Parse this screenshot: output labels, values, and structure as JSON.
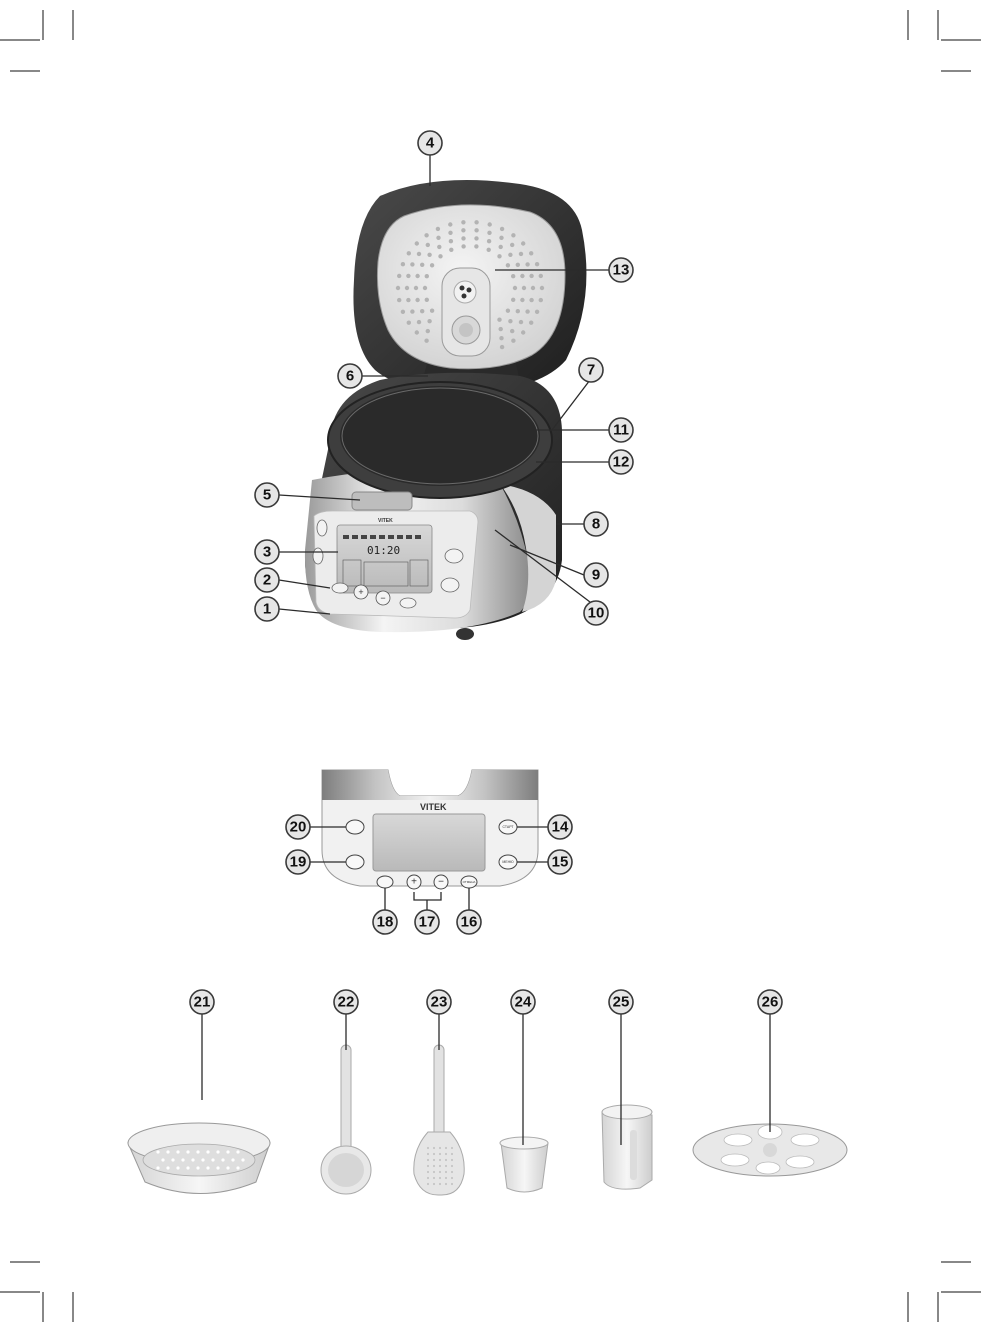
{
  "brand": "VITEK",
  "lcd": {
    "time": "01:20"
  },
  "buttons": {
    "start": "СТАРТ",
    "menu": "МЕНЮ",
    "cancel": "ОТМЕНА",
    "plus": "+",
    "minus": "−"
  },
  "callouts": [
    "1",
    "2",
    "3",
    "4",
    "5",
    "6",
    "7",
    "8",
    "9",
    "10",
    "11",
    "12",
    "13",
    "14",
    "15",
    "16",
    "17",
    "18",
    "19",
    "20",
    "21",
    "22",
    "23",
    "24",
    "25",
    "26"
  ],
  "colors": {
    "lid_dark": "#2c2c2c",
    "body_light": "#ececec",
    "callout_fill": "#e6e6e6"
  }
}
